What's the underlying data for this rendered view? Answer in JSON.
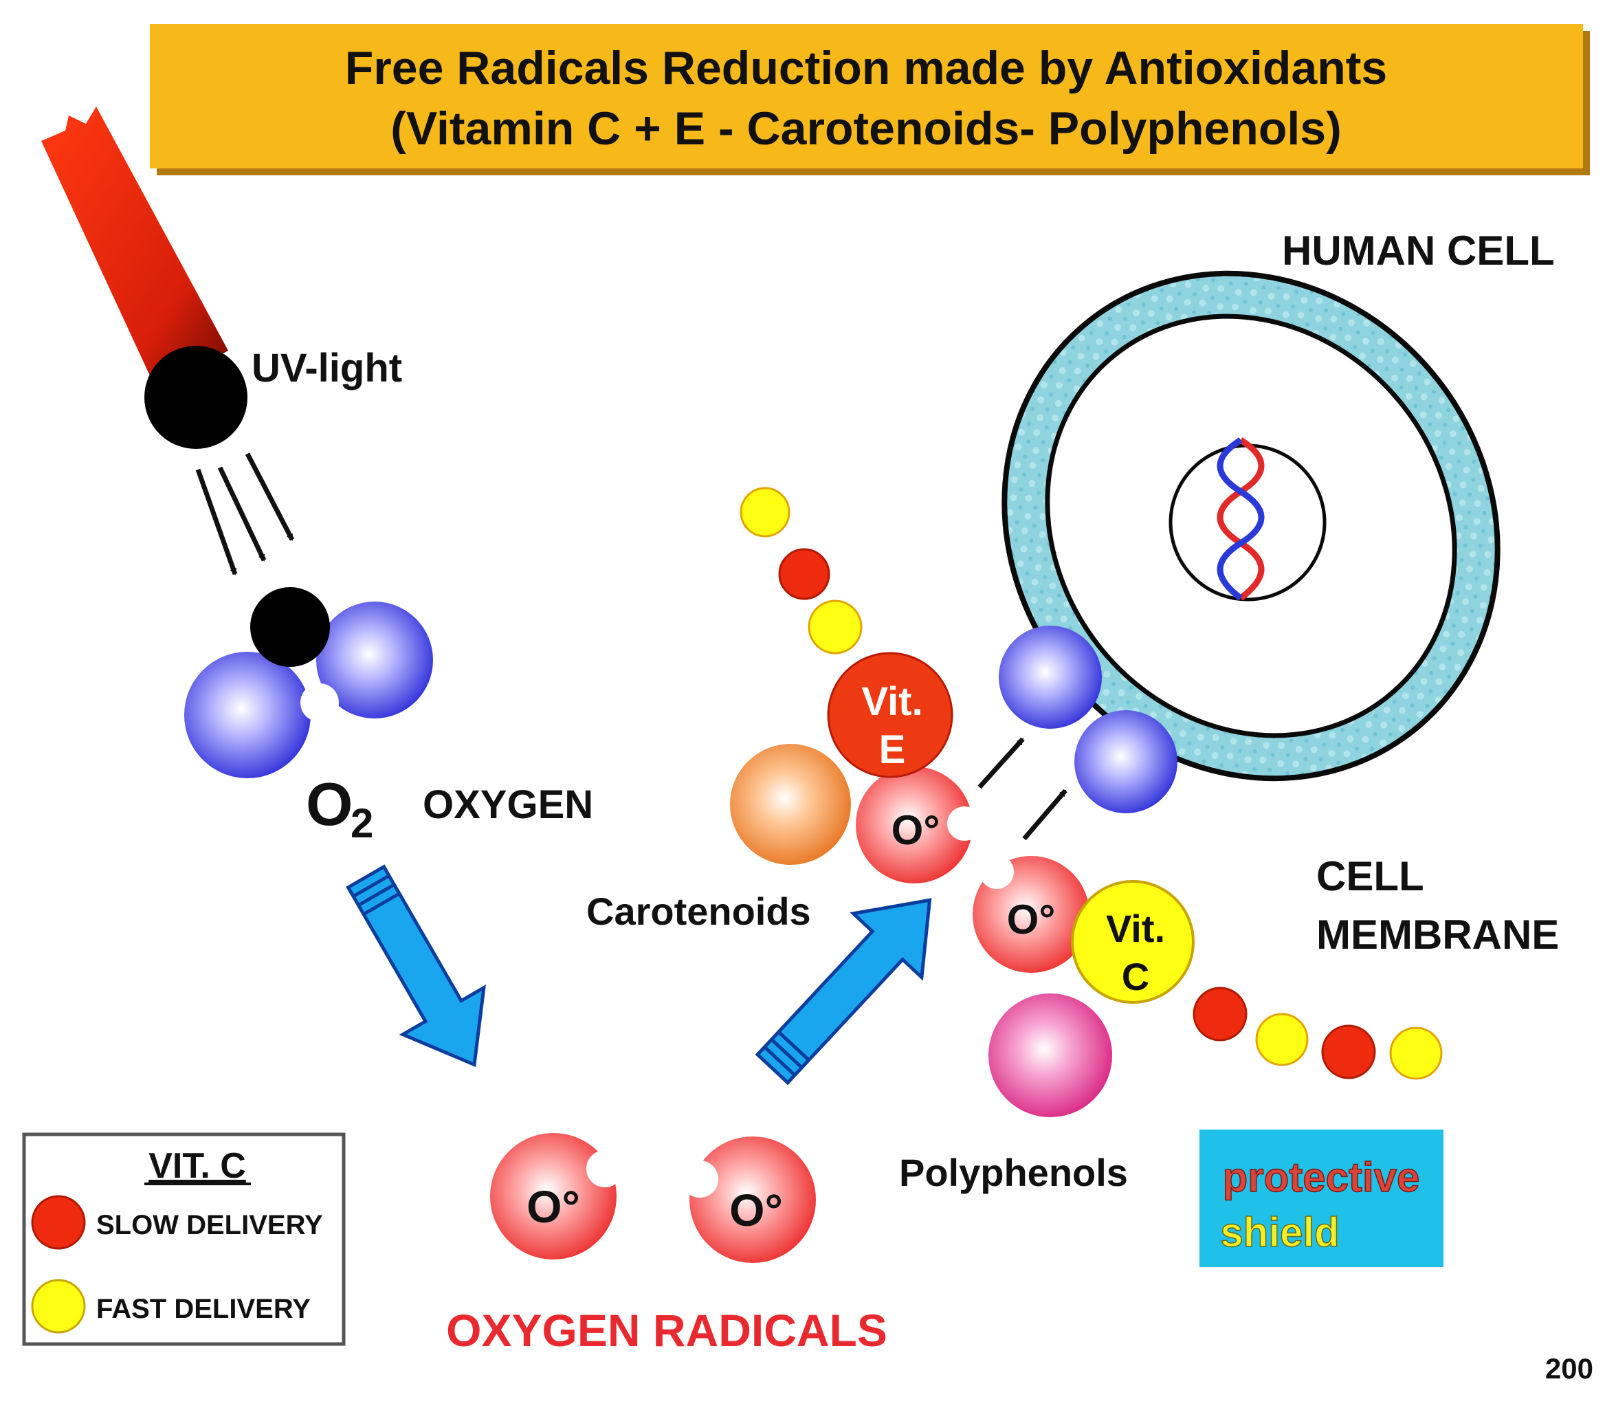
{
  "header": {
    "line1": "Free Radicals Reduction made by Antioxidants",
    "line2": "(Vitamin C + E - Carotenoids- Polyphenols)",
    "bg_color": "#f7b91a"
  },
  "labels": {
    "uv_light": "UV-light",
    "o2_symbol": "O",
    "o2_subscript": "2",
    "oxygen": "OXYGEN",
    "human_cell": "HUMAN CELL",
    "cell_membrane_line1": "CELL",
    "cell_membrane_line2": "MEMBRANE",
    "carotenoids": "Carotenoids",
    "polyphenols": "Polyphenols",
    "oxygen_radicals": "OXYGEN RADICALS",
    "radical_symbol": "O°",
    "vit_e_line1": "Vit.",
    "vit_e_line2": "E",
    "vit_c_line1": "Vit.",
    "vit_c_line2": "C",
    "page_number": "200"
  },
  "shield": {
    "line1": "protective",
    "line2": "shield",
    "bg_color": "#1fc1e8",
    "line1_color": "#d9453a",
    "line2_color": "#f2ee2a"
  },
  "legend": {
    "title": "VIT. C",
    "items": [
      {
        "label": "SLOW DELIVERY",
        "color": "#ee2a0f"
      },
      {
        "label": "FAST DELIVERY",
        "color": "#ffff14"
      }
    ]
  },
  "colors": {
    "oxygen_blue": "#3a3ae0",
    "radical_red": "#f04444",
    "membrane_cyan": "#8ad2de",
    "radicals_text": "#e8292f",
    "arrow_blue": "#1aa6ee",
    "carotenoid_orange": "#f08a3c",
    "polyphenol_pink": "#e0389a"
  }
}
